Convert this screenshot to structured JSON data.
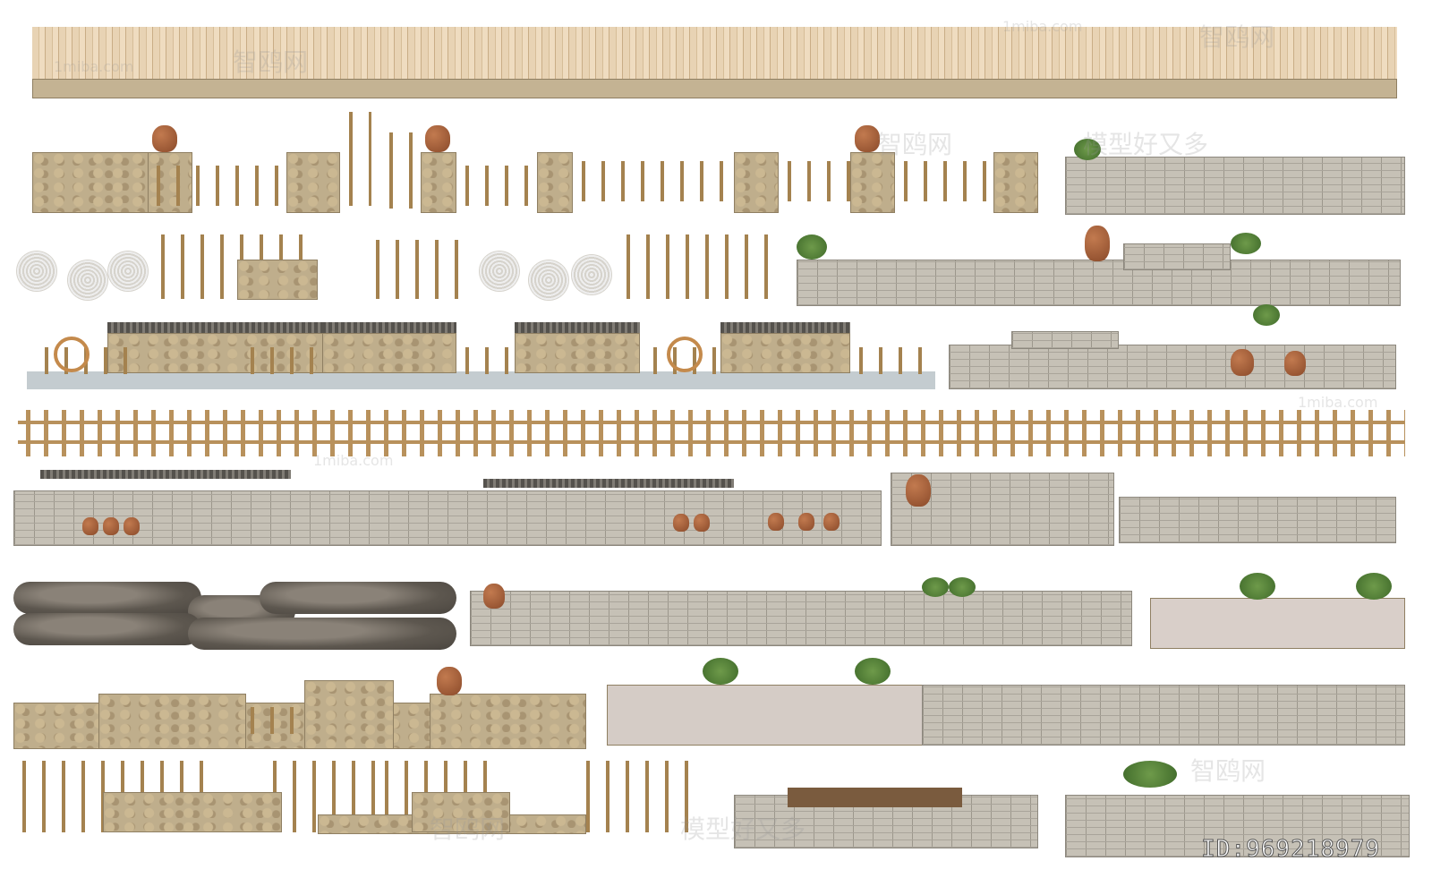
{
  "watermarks": {
    "brand_cn": "智鸥网",
    "site": "1miba.com",
    "slogan": "模型好又多"
  },
  "id_label": "ID:969218979"
}
